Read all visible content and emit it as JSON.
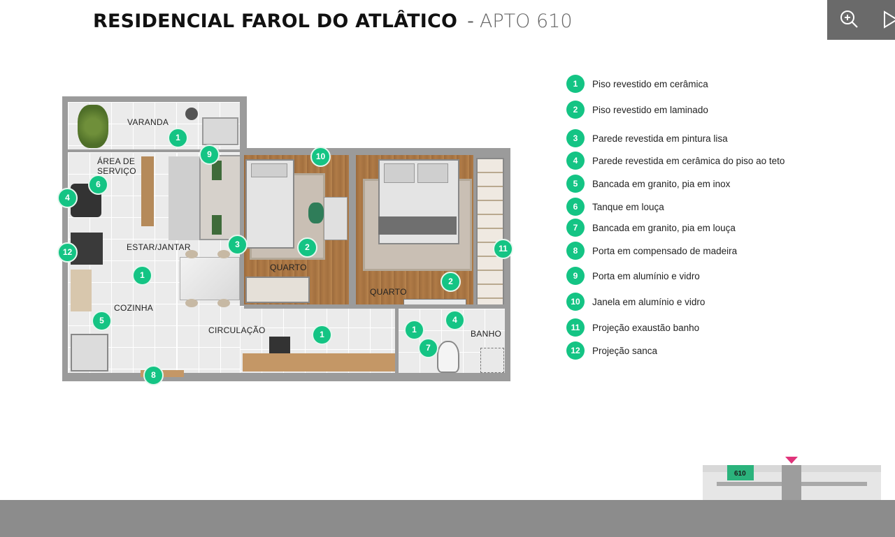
{
  "header": {
    "title": "RESIDENCIAL FAROL DO ATLÂTICO",
    "separator": "-",
    "subtitle": "APTO 610"
  },
  "toolbar": {
    "zoom_icon": "zoom-in-icon",
    "next_icon": "play-icon"
  },
  "plan": {
    "rooms": {
      "varanda": "VARANDA",
      "area_servico_1": "ÁREA DE",
      "area_servico_2": "SERVIÇO",
      "estar_jantar": "ESTAR/JANTAR",
      "cozinha": "COZINHA",
      "circulacao": "CIRCULAÇÃO",
      "quarto_1": "QUARTO",
      "quarto_2": "QUARTO",
      "banho": "BANHO"
    },
    "markers": [
      "1",
      "9",
      "10",
      "6",
      "4",
      "12",
      "1",
      "5",
      "8",
      "3",
      "2",
      "1",
      "2",
      "11",
      "1",
      "4",
      "7"
    ]
  },
  "legend": [
    {
      "num": "1",
      "text": "Piso revestido em cerâmica"
    },
    {
      "num": "2",
      "text": "Piso revestido em laminado"
    },
    {
      "num": "3",
      "text": "Parede revestida em pintura lisa"
    },
    {
      "num": "4",
      "text": "Parede revestida em cerâmica  do piso ao teto"
    },
    {
      "num": "5",
      "text": "Bancada em granito, pia em inox"
    },
    {
      "num": "6",
      "text": "Tanque em louça"
    },
    {
      "num": "7",
      "text": "Bancada em granito, pia em louça"
    },
    {
      "num": "8",
      "text": "Porta em compensado de madeira"
    },
    {
      "num": "9",
      "text": "Porta em alumínio e vidro"
    },
    {
      "num": "10",
      "text": "Janela em alumínio e vidro"
    },
    {
      "num": "11",
      "text": "Projeção exaustão banho"
    },
    {
      "num": "12",
      "text": "Projeção sanca"
    }
  ],
  "minimap": {
    "unit_label": "610",
    "accent": "#e0337a",
    "unit_color": "#2bb37c"
  },
  "colors": {
    "marker": "#14c484",
    "footer": "#8c8c8c",
    "toolbar": "#6a6a6a"
  }
}
